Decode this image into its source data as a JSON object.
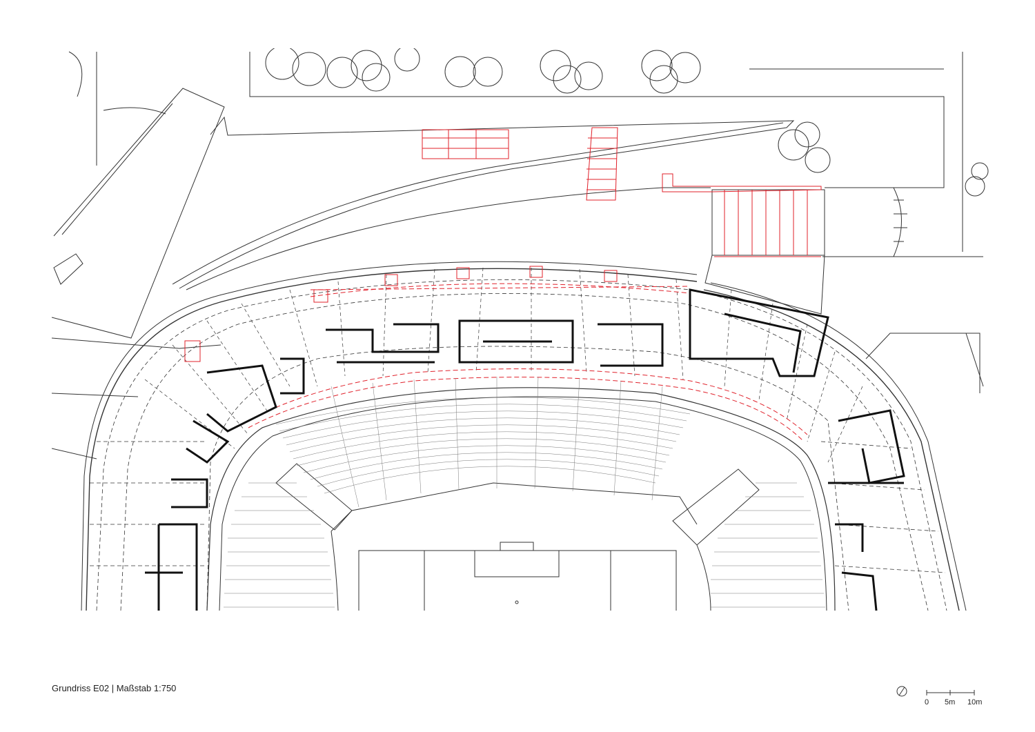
{
  "caption": "Grundriss E02 | Maßstab 1:750",
  "scale_bar": {
    "labels": [
      "0",
      "5m",
      "10m"
    ]
  },
  "north_arrow": {
    "icon": "north-arrow-icon"
  },
  "colors": {
    "line": "#333333",
    "accent": "#e0202a",
    "background": "#ffffff"
  }
}
